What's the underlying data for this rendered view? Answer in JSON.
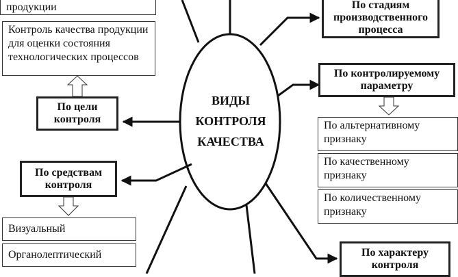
{
  "center": {
    "line1": "ВИДЫ",
    "line2": "КОНТРОЛЯ",
    "line3": "КАЧЕСТВА"
  },
  "left": {
    "top_box": "продукции",
    "quality_box": "Контроль качества продукции для оценки состояния технологических процессов",
    "goal": "По цели контроля",
    "means": "По средствам контроля",
    "means_items": [
      "Визуальный",
      "Органолептический"
    ]
  },
  "right": {
    "stages": "По стадиям производственного процесса",
    "parameter": "По контролируемому параметру",
    "parameter_items": [
      "По альтернативному признаку",
      "По качественному признаку",
      "По количественному признаку"
    ],
    "character": "По характеру контроля"
  }
}
